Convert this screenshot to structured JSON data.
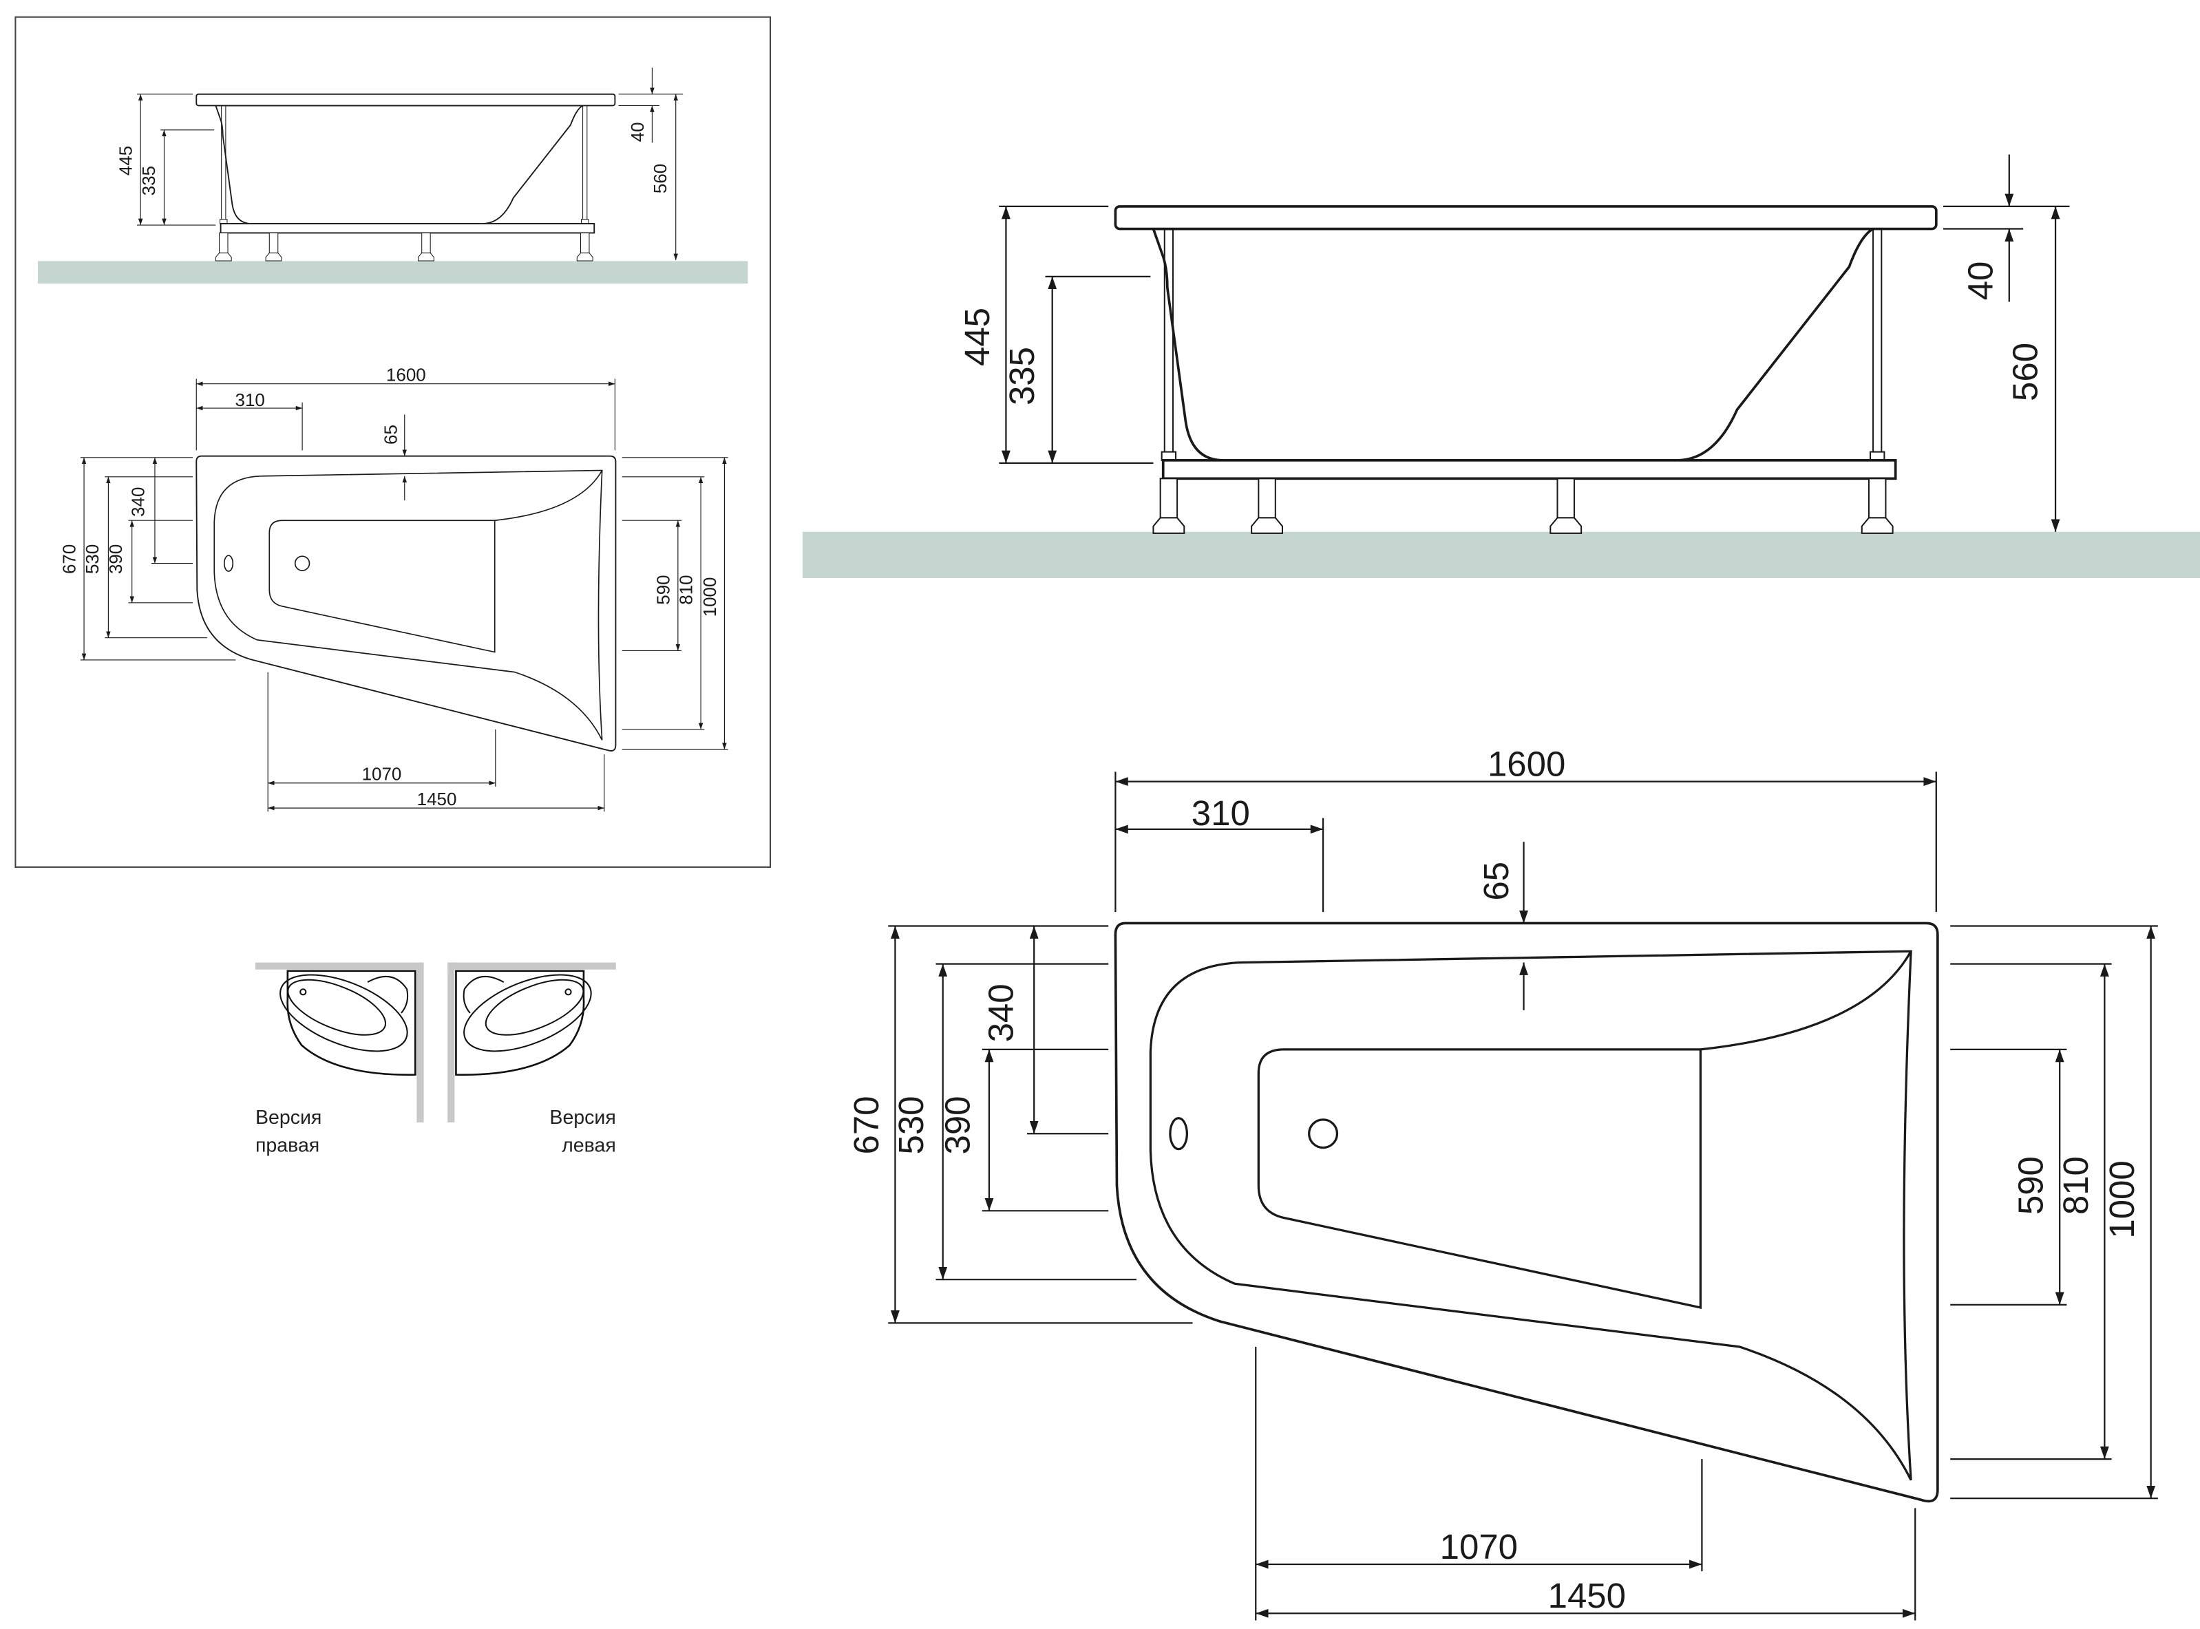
{
  "colors": {
    "floor": "#c5d5d0",
    "line": "#1a1a1a",
    "wall": "#c8c8c8",
    "frame": "#444444"
  },
  "side_view": {
    "depth_total": "445",
    "depth_bowl": "335",
    "rim_thickness": "40",
    "total_height": "560"
  },
  "top_view": {
    "length": "1600",
    "drain_offset": "310",
    "rim_width": "65",
    "left_width": "670",
    "left_inner": "530",
    "left_upper": "340",
    "left_basin": "390",
    "right_basin": "590",
    "right_inner": "810",
    "right_width": "1000",
    "bottom_basin": "1070",
    "bottom_length": "1450"
  },
  "versions": {
    "right": {
      "line1": "Версия",
      "line2": "правая"
    },
    "left": {
      "line1": "Версия",
      "line2": "левая"
    }
  }
}
